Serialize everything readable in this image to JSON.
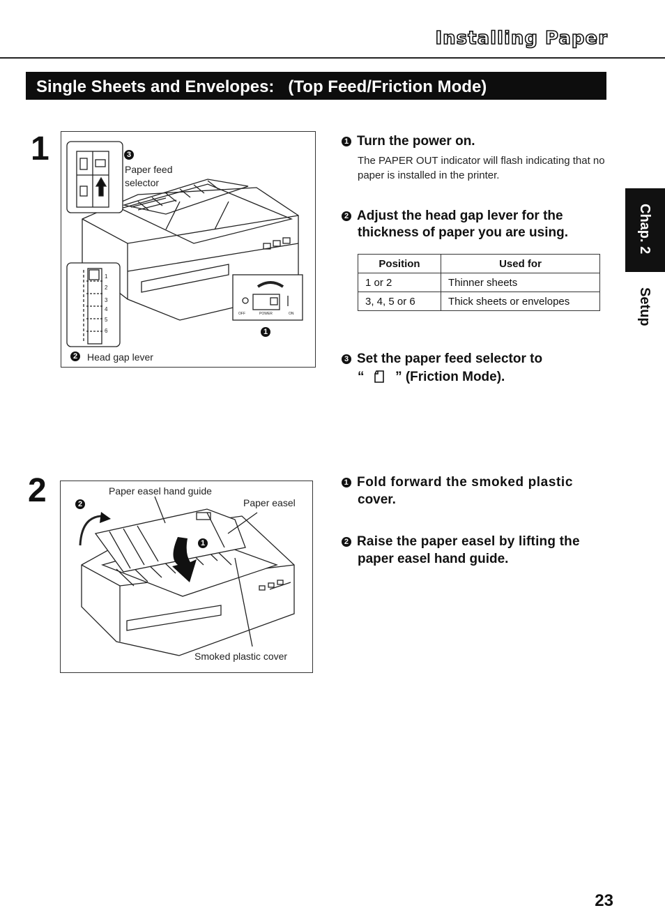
{
  "header": {
    "title": "Installing Paper"
  },
  "banner": {
    "text": "Single Sheets and Envelopes:   (Top Feed/Friction Mode)"
  },
  "side_tab": {
    "chapter": "Chap. 2",
    "section": "Setup"
  },
  "step1": {
    "number": "1",
    "figure": {
      "selector_marker": "3",
      "selector_label_1": "Paper feed",
      "selector_label_2": "selector",
      "head_gap_marker": "2",
      "head_gap_label": "Head gap lever",
      "power_marker": "1",
      "scale": [
        "1",
        "2",
        "3",
        "4",
        "5",
        "6"
      ],
      "power_text": {
        "off": "OFF",
        "power": "POWER",
        "on": "ON"
      }
    },
    "items": [
      {
        "marker": "1",
        "title": "Turn the power on.",
        "body": "The PAPER OUT indicator will flash indicating that no paper is installed in the printer."
      },
      {
        "marker": "2",
        "title_line1": "Adjust the head gap lever for the",
        "title_line2": "thickness of paper you are using."
      },
      {
        "marker": "3",
        "title_line1": "Set the paper feed selector to",
        "title_line2_pre": "“",
        "title_line2_post": "” (Friction Mode)."
      }
    ],
    "table": {
      "headers": [
        "Position",
        "Used for"
      ],
      "rows": [
        [
          "1 or 2",
          "Thinner sheets"
        ],
        [
          "3, 4, 5 or 6",
          "Thick sheets or envelopes"
        ]
      ]
    }
  },
  "step2": {
    "number": "2",
    "figure": {
      "hand_guide_label": "Paper easel hand guide",
      "easel_label": "Paper easel",
      "cover_label": "Smoked plastic cover",
      "marker_left": "2",
      "marker_right": "1"
    },
    "items": [
      {
        "marker": "1",
        "title_line1": "Fold forward the smoked plastic",
        "title_line2": "cover."
      },
      {
        "marker": "2",
        "title_line1": "Raise the paper easel by lifting the",
        "title_line2": "paper easel hand guide."
      }
    ]
  },
  "page_number": "23"
}
